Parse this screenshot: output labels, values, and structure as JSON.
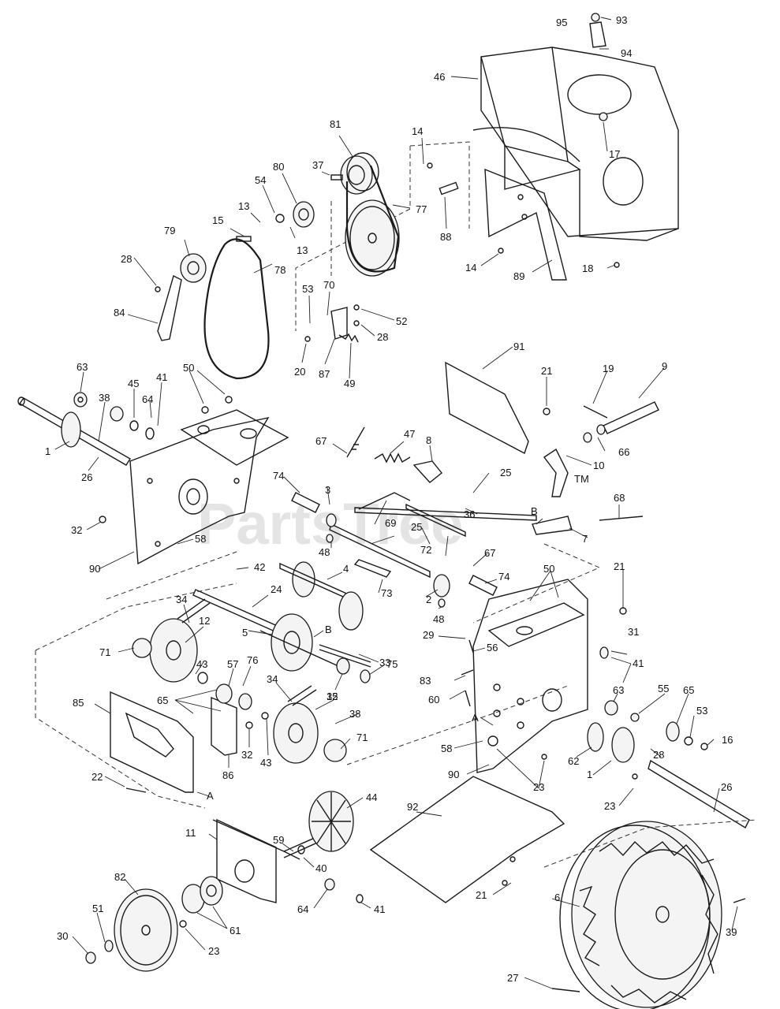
{
  "watermark": {
    "text": "PartsTree",
    "trademark": "TM"
  },
  "callouts": {
    "c93": "93",
    "c95": "95",
    "c94": "94",
    "c46": "46",
    "c17": "17",
    "c81": "81",
    "c14a": "14",
    "c37": "37",
    "c80": "80",
    "c54": "54",
    "c13a": "13",
    "c13b": "13",
    "c15": "15",
    "c79": "79",
    "c77": "77",
    "c88": "88",
    "c14b": "14",
    "c89": "89",
    "c18": "18",
    "c28a": "28",
    "c78": "78",
    "c84": "84",
    "c53a": "53",
    "c70": "70",
    "c52": "52",
    "c28b": "28",
    "c20": "20",
    "c87": "87",
    "c49": "49",
    "c91": "91",
    "c21a": "21",
    "c19": "19",
    "c9": "9",
    "c63a": "63",
    "c38a": "38",
    "c45": "45",
    "c41a": "41",
    "c50a": "50",
    "c64a": "64",
    "c1a": "1",
    "c26a": "26",
    "c67a": "67",
    "c47": "47",
    "c8": "8",
    "c10": "10",
    "c66": "66",
    "c74a": "74",
    "c3": "3",
    "c25a": "25",
    "c68": "68",
    "c36": "36",
    "cBa": "B",
    "c7": "7",
    "c32a": "32",
    "c69": "69",
    "c25b": "25",
    "c58a": "58",
    "c48a": "48",
    "c90a": "90",
    "c72": "72",
    "c67b": "67",
    "c42": "42",
    "c4": "4",
    "c74b": "74",
    "c50b": "50",
    "c73": "73",
    "c21b": "21",
    "c24": "24",
    "c2": "2",
    "c48b": "48",
    "c34a": "34",
    "c12a": "12",
    "c5": "5",
    "cBb": "B",
    "c33": "33",
    "c29": "29",
    "c56": "56",
    "c31": "31",
    "c71a": "71",
    "c43a": "43",
    "c57": "57",
    "c76": "76",
    "c75": "75",
    "c41b": "41",
    "c83": "83",
    "c85": "85",
    "c65a": "65",
    "c35": "35",
    "c60": "60",
    "c34b": "34",
    "c12b": "12",
    "c63b": "63",
    "c55": "55",
    "c65b": "65",
    "c38b": "38",
    "cAa": "A",
    "c53b": "53",
    "c32b": "32",
    "c43b": "43",
    "c86": "86",
    "c71b": "71",
    "c58b": "58",
    "c16": "16",
    "c22": "22",
    "c62": "62",
    "c28c": "28",
    "c1b": "1",
    "c90b": "90",
    "c23a": "23",
    "cAb": "A",
    "c26b": "26",
    "c92": "92",
    "c23b": "23",
    "c44": "44",
    "c11": "11",
    "c59": "59",
    "c40": "40",
    "c82": "82",
    "c51": "51",
    "c30": "30",
    "c61": "61",
    "c23c": "23",
    "c64b": "64",
    "c41c": "41",
    "c21c": "21",
    "c6": "6",
    "c39": "39",
    "c27": "27"
  }
}
